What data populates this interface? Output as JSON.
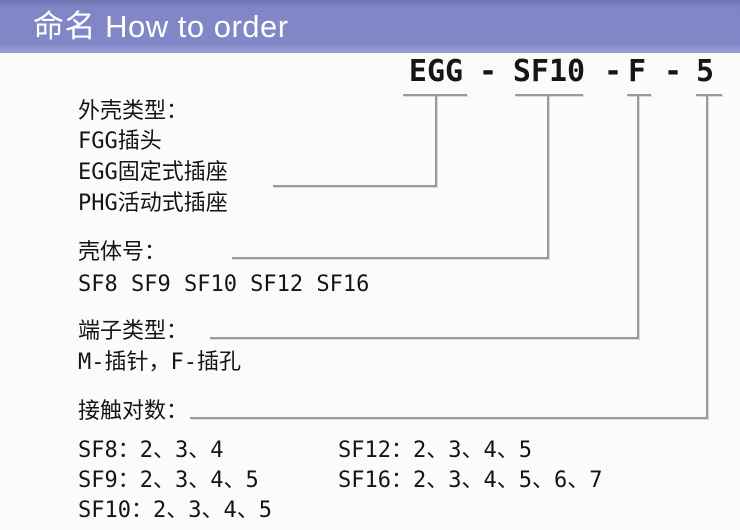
{
  "header": {
    "title": "命名 How to order"
  },
  "code": {
    "full": "EGG - SF10 - F - 5",
    "segments": [
      "EGG",
      "SF10",
      "F",
      "5"
    ],
    "dash": "-"
  },
  "sections": [
    {
      "label": "外壳类型：",
      "items": [
        "FGG插头",
        "EGG固定式插座",
        "PHG活动式插座"
      ]
    },
    {
      "label": "壳体号：",
      "items": [
        "SF8 SF9 SF10 SF12 SF16"
      ]
    },
    {
      "label": "端子类型：",
      "items": [
        "M-插针，F-插孔"
      ]
    },
    {
      "label": "接触对数：",
      "items_left": [
        "SF8：2、3、4",
        "SF9：2、3、4、5",
        "SF10：2、3、4、5"
      ],
      "items_right": [
        "SF12：2、3、4、5",
        "SF16：2、3、4、5、6、7"
      ]
    }
  ],
  "colors": {
    "header_bg": "#8287c8",
    "header_text": "#ffffff",
    "line_gray": "#9a9a9a",
    "text": "#141414"
  }
}
